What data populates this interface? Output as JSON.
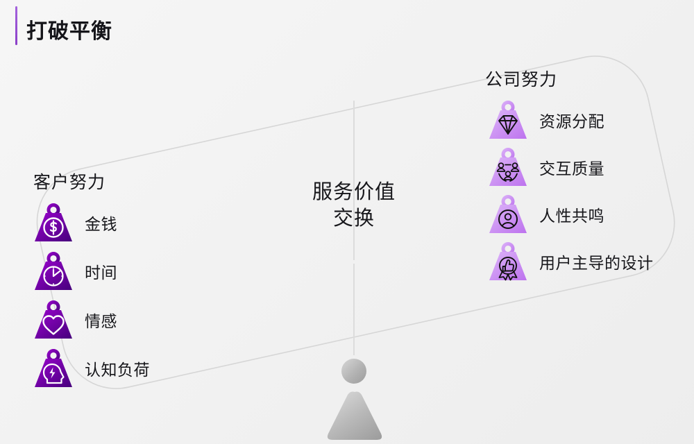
{
  "slide": {
    "title": "打破平衡",
    "accent_color": "#9b59d0",
    "background_color": "#f3f3f3"
  },
  "center": {
    "line1": "服务价值",
    "line2": "交换",
    "fulcrum_color": "#a8a8a8",
    "beam_color": "#d8d8d8"
  },
  "customer_side": {
    "title": "客户努力",
    "icon_gradient_from": "#9500c9",
    "icon_gradient_to": "#4a0080",
    "icon_stroke": "#ffffff",
    "items": [
      {
        "label": "金钱",
        "icon": "dollar-coin-icon"
      },
      {
        "label": "时间",
        "icon": "clock-icon"
      },
      {
        "label": "情感",
        "icon": "heart-icon"
      },
      {
        "label": "认知负荷",
        "icon": "head-lightning-icon"
      }
    ]
  },
  "company_side": {
    "title": "公司努力",
    "icon_gradient_from": "#d4a4f4",
    "icon_gradient_to": "#c07bef",
    "icon_stroke": "#111111",
    "items": [
      {
        "label": "资源分配",
        "icon": "diamond-icon"
      },
      {
        "label": "交互质量",
        "icon": "people-network-icon"
      },
      {
        "label": "人性共鸣",
        "icon": "person-circle-icon"
      },
      {
        "label": "用户主导的设计",
        "icon": "thumbs-up-award-icon"
      }
    ]
  }
}
